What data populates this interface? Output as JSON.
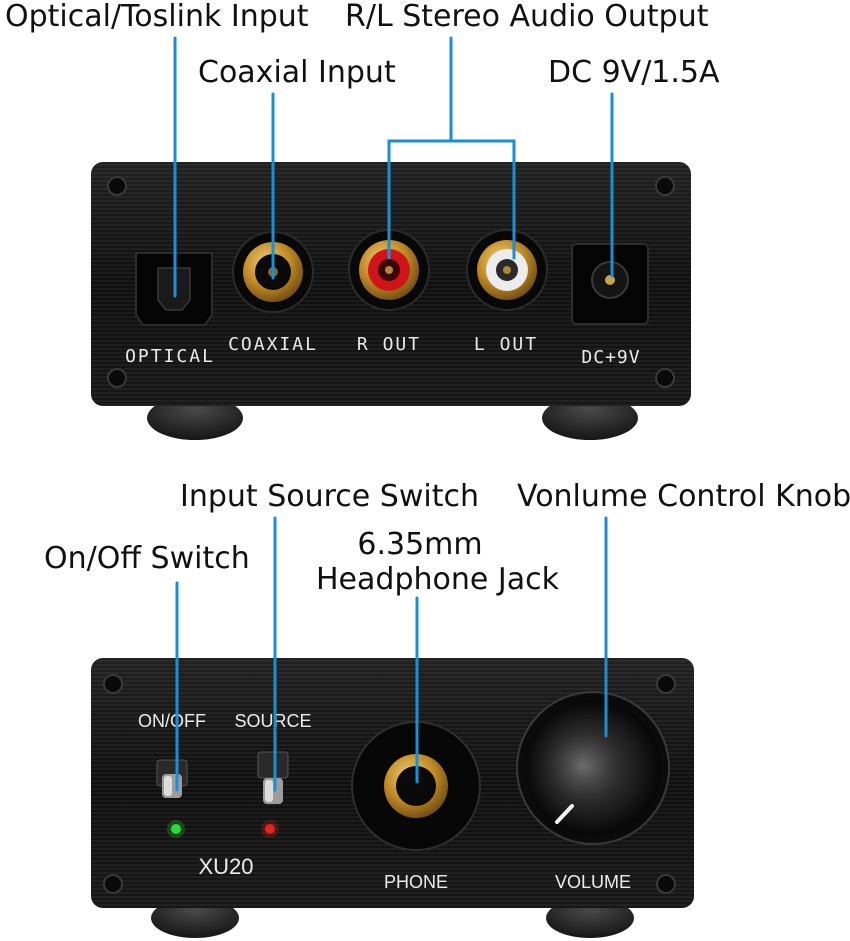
{
  "callouts": {
    "optical_input": "Optical/Toslink Input",
    "stereo_output": "R/L Stereo Audio Output",
    "coaxial_input": "Coaxial Input",
    "dc_power": "DC 9V/1.5A",
    "input_source_switch": "Input Source Switch",
    "volume_knob": "Vonlume Control Knob",
    "headphone_line1": "6.35mm",
    "headphone_line2": "Headphone Jack",
    "onoff_switch": "On/Off Switch"
  },
  "rear_panel": {
    "optical": "OPTICAL",
    "coaxial": "COAXIAL",
    "r_out": "R OUT",
    "l_out": "L OUT",
    "dc": "DC+9V"
  },
  "front_panel": {
    "onoff": "ON/OFF",
    "source": "SOURCE",
    "model": "XU20",
    "phone": "PHONE",
    "volume": "VOLUME"
  },
  "colors": {
    "leader_line": "#1a8fd6",
    "chassis": "#141414",
    "led_power": "#2bdc3a",
    "led_source": "#e3241c",
    "rca_right": "#d0141a",
    "rca_left": "#e8e8e8",
    "gold": "#c9962e"
  }
}
